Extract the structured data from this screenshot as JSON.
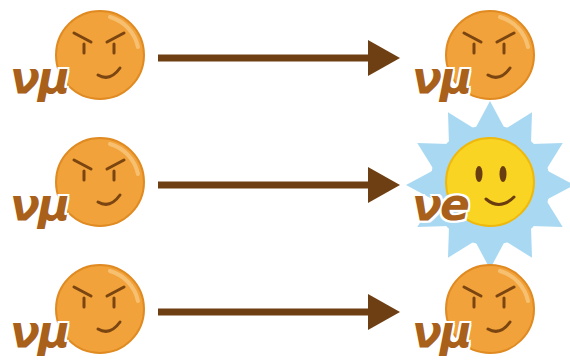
{
  "diagram": {
    "nodes": [
      {
        "text": [
          "νμ"
        ]
      },
      {
        "text": [
          "νμ"
        ]
      },
      {
        "text": [
          "νμ"
        ]
      },
      {
        "text": [
          "νe"
        ]
      },
      {
        "text": [
          "νμ"
        ]
      },
      {
        "text": [
          "νμ"
        ]
      }
    ],
    "edges": [
      {
        "from": 0,
        "to": 1,
        "arrow": "to"
      },
      {
        "from": 2,
        "to": 3,
        "arrow": "to"
      },
      {
        "from": 4,
        "to": 5,
        "arrow": "to"
      }
    ]
  }
}
